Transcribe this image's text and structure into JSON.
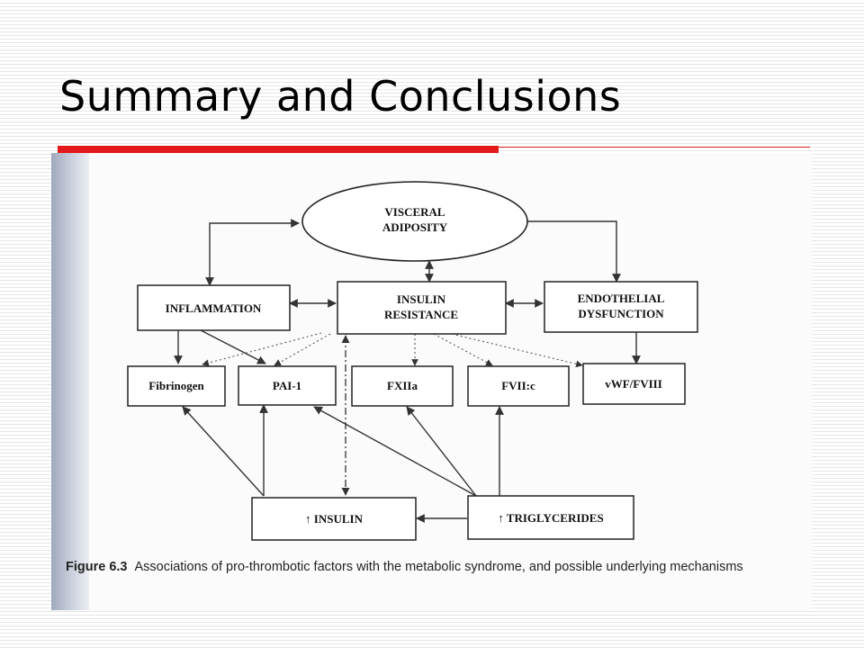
{
  "slide": {
    "title": "Summary and Conclusions"
  },
  "diagram": {
    "nodes": {
      "visceral_adiposity": {
        "line1": "VISCERAL",
        "line2": "ADIPOSITY"
      },
      "inflammation": {
        "label": "INFLAMMATION"
      },
      "insulin_resistance": {
        "line1": "INSULIN",
        "line2": "RESISTANCE"
      },
      "endothelial_dysfunction": {
        "line1": "ENDOTHELIAL",
        "line2": "DYSFUNCTION"
      },
      "fibrinogen": {
        "label": "Fibrinogen"
      },
      "pai1": {
        "label": "PAI-1"
      },
      "fxiia": {
        "label": "FXIIa"
      },
      "fviic": {
        "label": "FVII:c"
      },
      "vwf_fviii": {
        "label": "vWF/FVIII"
      },
      "insulin": {
        "label": "↑ INSULIN"
      },
      "triglycerides": {
        "label": "↑ TRIGLYCERIDES"
      }
    },
    "caption": {
      "figure_number": "Figure 6.3",
      "text": "Associations of pro-thrombotic factors with the metabolic syndrome, and possible underlying mechanisms"
    }
  }
}
